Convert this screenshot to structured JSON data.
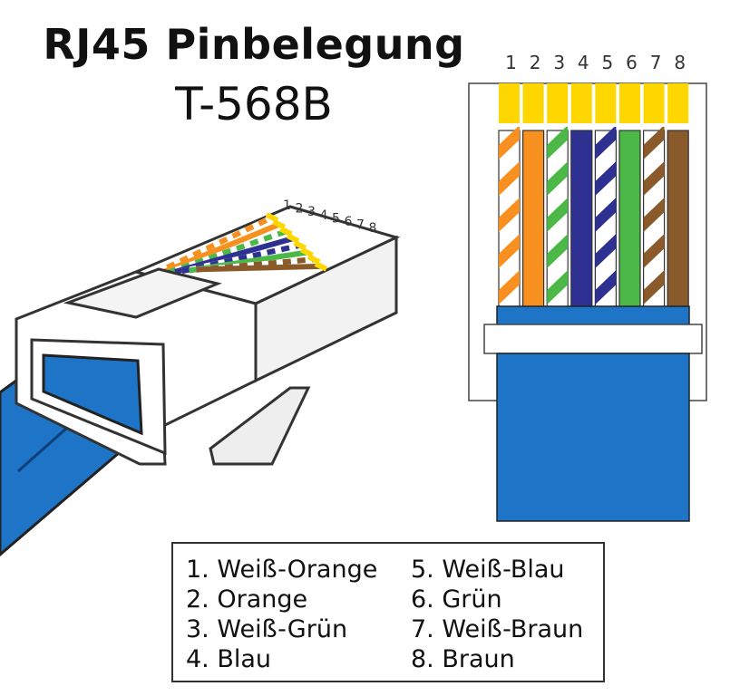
{
  "title": "RJ45 Pinbelegung",
  "subtitle": "T-568B",
  "pin_numbers": [
    "1",
    "2",
    "3",
    "4",
    "5",
    "6",
    "7",
    "8"
  ],
  "colors": {
    "orange": "#F7901E",
    "green": "#4CB848",
    "blue": "#2E3192",
    "brown": "#8B5A2B",
    "white": "#FFFFFF",
    "gold": "#FFD700",
    "cable": "#1E74C6",
    "outline": "#333333"
  },
  "wires": [
    {
      "pin": 1,
      "color": "orange",
      "striped": true
    },
    {
      "pin": 2,
      "color": "orange",
      "striped": false
    },
    {
      "pin": 3,
      "color": "green",
      "striped": true
    },
    {
      "pin": 4,
      "color": "blue",
      "striped": false
    },
    {
      "pin": 5,
      "color": "blue",
      "striped": true
    },
    {
      "pin": 6,
      "color": "green",
      "striped": false
    },
    {
      "pin": 7,
      "color": "brown",
      "striped": true
    },
    {
      "pin": 8,
      "color": "brown",
      "striped": false
    }
  ],
  "legend": {
    "left": [
      "1. Weiß-Orange",
      "2. Orange",
      "3. Weiß-Grün",
      "4. Blau"
    ],
    "right": [
      "5. Weiß-Blau",
      "6. Grün",
      "7. Weiß-Braun",
      "8. Braun"
    ]
  }
}
